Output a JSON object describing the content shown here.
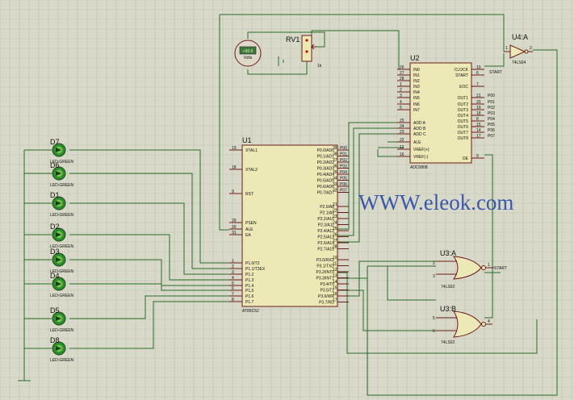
{
  "watermark": "WWW.eleok.com",
  "u1": {
    "ref": "U1",
    "part": "AT89C52",
    "left": [
      {
        "num": "19",
        "name": "XTAL1"
      },
      {
        "num": "18",
        "name": "XTAL2"
      },
      {
        "num": "9",
        "name": "RST"
      },
      {
        "num": "29",
        "name": "PSEN"
      },
      {
        "num": "30",
        "name": "ALE"
      },
      {
        "num": "31",
        "name": "EA"
      },
      {
        "num": "1",
        "name": "P1.0/T2"
      },
      {
        "num": "2",
        "name": "P1.1/T2EX"
      },
      {
        "num": "3",
        "name": "P1.2"
      },
      {
        "num": "4",
        "name": "P1.3"
      },
      {
        "num": "5",
        "name": "P1.4"
      },
      {
        "num": "6",
        "name": "P1.5"
      },
      {
        "num": "7",
        "name": "P1.6"
      },
      {
        "num": "8",
        "name": "P1.7"
      }
    ],
    "right": [
      {
        "num": "39",
        "name": "P0.0/AD0"
      },
      {
        "num": "38",
        "name": "P0.1/AD1"
      },
      {
        "num": "37",
        "name": "P0.2/AD2"
      },
      {
        "num": "36",
        "name": "P0.3/AD3"
      },
      {
        "num": "35",
        "name": "P0.4/AD4"
      },
      {
        "num": "34",
        "name": "P0.5/AD5"
      },
      {
        "num": "33",
        "name": "P0.6/AD6"
      },
      {
        "num": "32",
        "name": "P0.7/AD7"
      },
      {
        "num": "21",
        "name": "P2.0/A8"
      },
      {
        "num": "22",
        "name": "P2.1/A9"
      },
      {
        "num": "23",
        "name": "P2.2/A10"
      },
      {
        "num": "24",
        "name": "P2.3/A11"
      },
      {
        "num": "25",
        "name": "P2.4/A12"
      },
      {
        "num": "26",
        "name": "P2.5/A13"
      },
      {
        "num": "27",
        "name": "P2.6/A14"
      },
      {
        "num": "28",
        "name": "P2.7/A15"
      },
      {
        "num": "10",
        "name": "P3.0/RXD"
      },
      {
        "num": "11",
        "name": "P3.1/TXD"
      },
      {
        "num": "12",
        "name": "P3.2/INT0"
      },
      {
        "num": "13",
        "name": "P3.3/INT1"
      },
      {
        "num": "14",
        "name": "P3.4/T0"
      },
      {
        "num": "15",
        "name": "P3.5/T1"
      },
      {
        "num": "16",
        "name": "P3.6/WR"
      },
      {
        "num": "17",
        "name": "P3.7/RD"
      }
    ],
    "p0_labels": [
      "P00",
      "P01",
      "P02",
      "P03",
      "P04",
      "P05",
      "P06",
      "P07"
    ]
  },
  "u2": {
    "ref": "U2",
    "part": "ADC0808",
    "left": [
      {
        "num": "26",
        "name": "IN0"
      },
      {
        "num": "27",
        "name": "IN1"
      },
      {
        "num": "28",
        "name": "IN2"
      },
      {
        "num": "1",
        "name": "IN3"
      },
      {
        "num": "2",
        "name": "IN4"
      },
      {
        "num": "3",
        "name": "IN5"
      },
      {
        "num": "4",
        "name": "IN6"
      },
      {
        "num": "5",
        "name": "IN7"
      },
      {
        "num": "25",
        "name": "ADD A"
      },
      {
        "num": "24",
        "name": "ADD B"
      },
      {
        "num": "23",
        "name": "ADD C"
      },
      {
        "num": "22",
        "name": "ALE"
      },
      {
        "num": "12",
        "name": "VREF(+)"
      },
      {
        "num": "16",
        "name": "VREF(-)"
      }
    ],
    "right": [
      {
        "num": "10",
        "name": "CLOCK"
      },
      {
        "num": "6",
        "name": "START"
      },
      {
        "num": "7",
        "name": "EOC"
      },
      {
        "num": "21",
        "name": "OUT1"
      },
      {
        "num": "20",
        "name": "OUT2"
      },
      {
        "num": "19",
        "name": "OUT3"
      },
      {
        "num": "18",
        "name": "OUT4"
      },
      {
        "num": "8",
        "name": "OUT5"
      },
      {
        "num": "15",
        "name": "OUT6"
      },
      {
        "num": "14",
        "name": "OUT7"
      },
      {
        "num": "17",
        "name": "OUT8"
      },
      {
        "num": "9",
        "name": "OE"
      }
    ],
    "start_label": "START",
    "p0_labels": [
      "P00",
      "P01",
      "P02",
      "P03",
      "P04",
      "P05",
      "P06",
      "P07"
    ]
  },
  "u4": {
    "ref": "U4:A",
    "part": "74LS04",
    "in_pin": "1",
    "out_pin": "2"
  },
  "u3a": {
    "ref": "U3:A",
    "part": "74LS02",
    "in1": "2",
    "in2": "3",
    "out": "1",
    "out_label": "START"
  },
  "u3b": {
    "ref": "U3:B",
    "part": "74LS02",
    "in1": "5",
    "in2": "6",
    "out": "4"
  },
  "rv1": {
    "ref": "RV1",
    "value": "1k"
  },
  "voltmeter": {
    "display": "+88.8",
    "unit": "Volts"
  },
  "leds": [
    {
      "ref": "D7",
      "part": "LED-GREEN"
    },
    {
      "ref": "D6",
      "part": "LED-GREEN"
    },
    {
      "ref": "D1",
      "part": "LED-GREEN"
    },
    {
      "ref": "D2",
      "part": "LED-GREEN"
    },
    {
      "ref": "D3",
      "part": "LED-GREEN"
    },
    {
      "ref": "D4",
      "part": "LED-GREEN"
    },
    {
      "ref": "D5",
      "part": "LED-GREEN"
    },
    {
      "ref": "D8",
      "part": "LED-GREEN"
    }
  ]
}
